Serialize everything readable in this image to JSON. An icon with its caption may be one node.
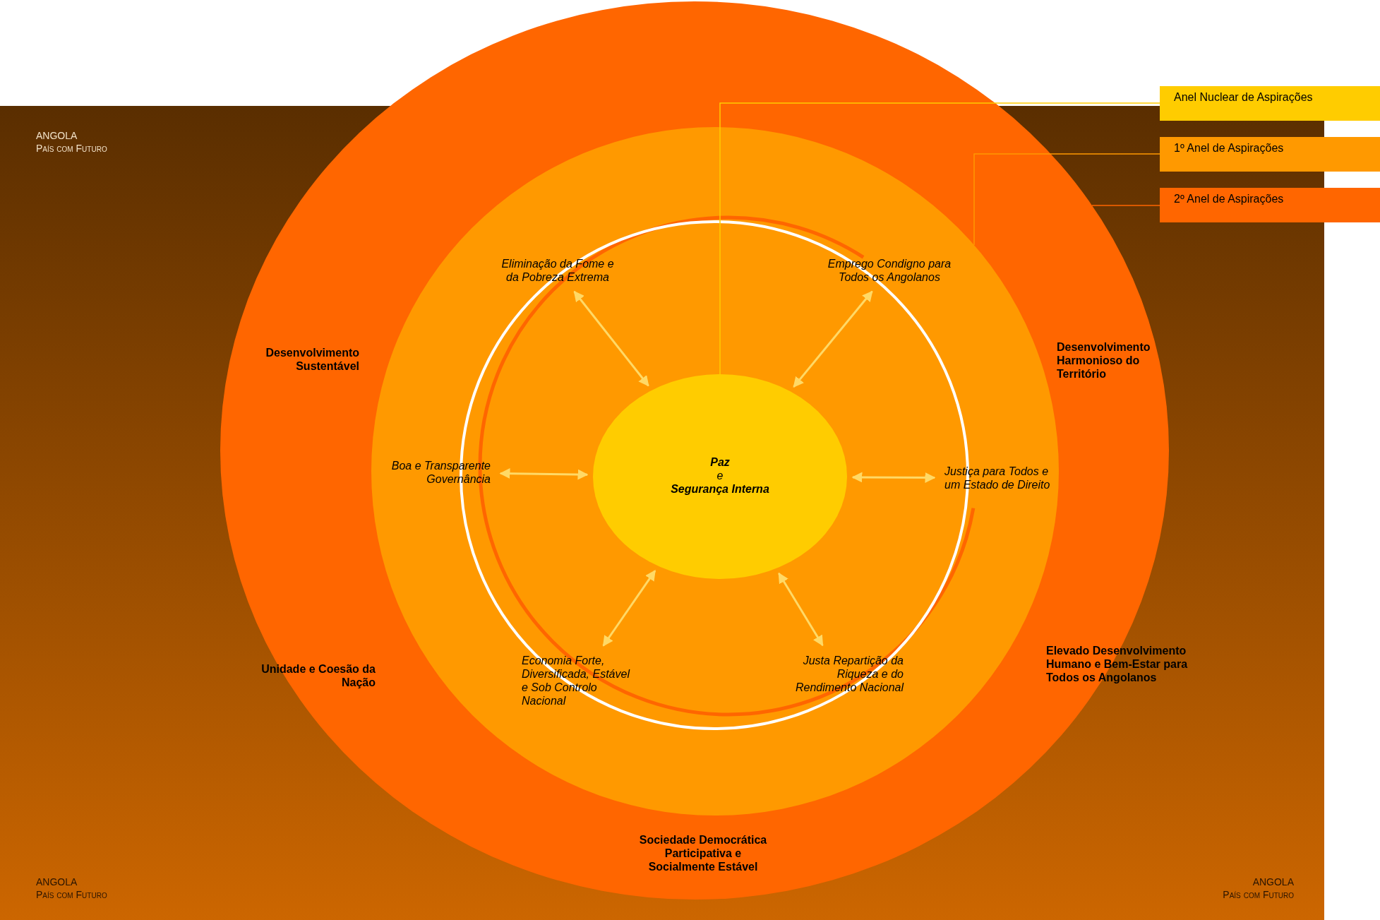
{
  "diagram": {
    "nodes": [
      {
        "text": [
          "Desenvolvimento Sustentável",
          "Desenvolvimento Harmonioso do Território",
          "Unidade e Coesão da Nação",
          "Elevado Desenvolvimento Humano e Bem-Estar para Todos os Angolanos",
          "Sociedade Democrática Participativa e Socialmente Estável"
        ]
      },
      {
        "text": [],
        "shape": "circle",
        "in": 0
      },
      {
        "text": [
          "Eliminação da Fome e da Pobreza Extrema"
        ],
        "in": 1
      },
      {
        "text": [
          "Emprego Condigno para Todos os Angolanos"
        ],
        "in": 1
      },
      {
        "text": [
          "Boa e Transparente Governância"
        ],
        "in": 1
      },
      {
        "text": [
          "**Paz** e **Segurança Interna**"
        ],
        "in": 1
      },
      {
        "text": [
          "Justiça para Todos e um Estado de Direito"
        ],
        "in": 1
      },
      {
        "text": [
          "Economia Forte, Diversificada, Estável e Sob Controlo Nacional"
        ],
        "in": 1
      },
      {
        "text": [
          "Justa Repartição da Riqueza e do Rendimento Nacional"
        ],
        "in": 1
      },
      {
        "text": [
          "Anel Nuclear de Aspirações"
        ]
      },
      {
        "text": [
          "1º Anel de Aspirações"
        ]
      },
      {
        "text": [
          "2º Anel de Aspirações"
        ]
      }
    ],
    "edges": [
      {
        "from": 5,
        "to": 2,
        "arrow": "both"
      },
      {
        "from": 5,
        "to": 3,
        "arrow": "both"
      },
      {
        "from": 5,
        "to": 4,
        "arrow": "both"
      },
      {
        "from": 5,
        "to": 6,
        "arrow": "both"
      },
      {
        "from": 5,
        "to": 7,
        "arrow": "both"
      },
      {
        "from": 5,
        "to": 8,
        "arrow": "both"
      },
      {
        "from": 9,
        "to": 5,
        "arrow": "none",
        "color": "#ffcc00"
      },
      {
        "from": 10,
        "to": 1,
        "arrow": "none",
        "color": "#ff9900"
      },
      {
        "from": 11,
        "to": 0,
        "arrow": "none",
        "color": "#ff6600"
      }
    ],
    "labels": [
      "ANGOLA",
      "País com Futuro",
      "ANGOLA",
      "País com Futuro",
      "ANGOLA",
      "País com Futuro"
    ]
  }
}
